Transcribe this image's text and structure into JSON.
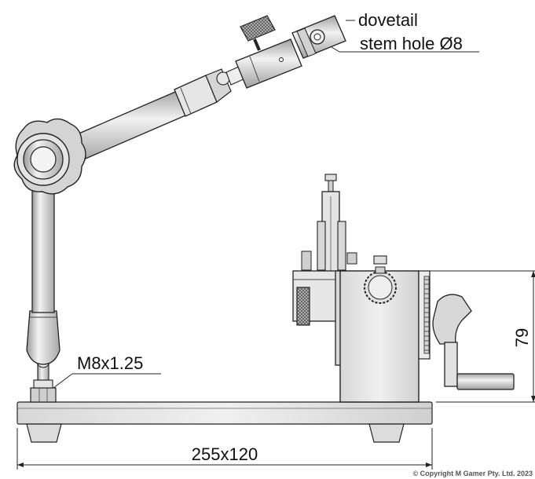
{
  "labels": {
    "dovetail": "dovetail",
    "stem_hole": "stem hole Ø8",
    "thread": "M8x1.25",
    "base_size": "255x120",
    "height": "79"
  },
  "copyright": "© Copyright M Gamer Pty. Ltd. 2023",
  "colors": {
    "line": "#222222",
    "fill_light": "#e8e8e8",
    "fill_mid": "#cfcfcf",
    "fill_dark": "#9a9a9a"
  }
}
